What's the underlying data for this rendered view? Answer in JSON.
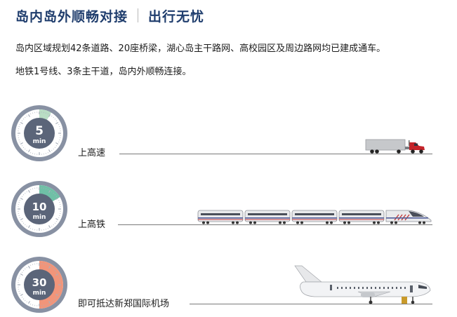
{
  "header": {
    "title_main": "岛内岛外顺畅对接",
    "title_sub": "出行无忧"
  },
  "intro": {
    "line1": "岛内区域规划42条道路、20座桥梁，湖心岛主干路网、高校园区及周边路网均已建成通车。",
    "line2": "地铁1号线、3条主干道，岛内外顺畅连接。"
  },
  "rows": [
    {
      "clock_number": "5",
      "clock_unit": "min",
      "label": "上高速",
      "vehicle_icon": "truck-icon",
      "progress_fraction": 0.083,
      "accent": "#b9ddc4"
    },
    {
      "clock_number": "10",
      "clock_unit": "min",
      "label": "上高铁",
      "vehicle_icon": "high-speed-train-icon",
      "progress_fraction": 0.167,
      "accent": "#6fc0a6"
    },
    {
      "clock_number": "30",
      "clock_unit": "min",
      "label": "即可抵达新郑国际机场",
      "vehicle_icon": "airplane-icon",
      "progress_fraction": 0.5,
      "accent": "#f1957a"
    }
  ],
  "colors": {
    "title": "#1f3d6d",
    "clock_ring": "#8891a3",
    "clock_face": "#5b6579",
    "track": "#7a7a7a"
  }
}
